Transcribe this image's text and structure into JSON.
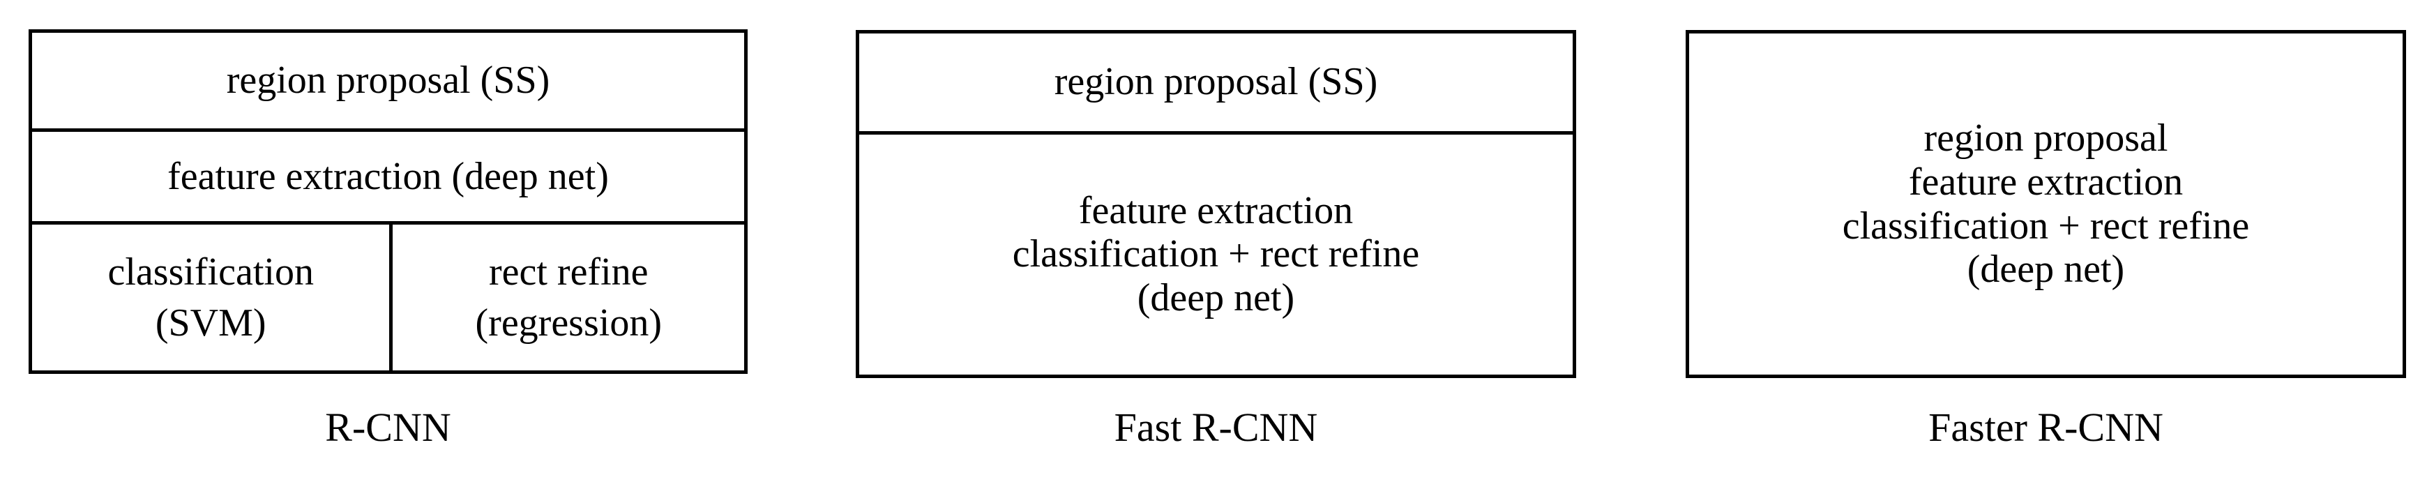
{
  "figure": {
    "background_color": "#ffffff",
    "line_color": "#000000",
    "text_color": "#000000"
  },
  "architectures": [
    {
      "id": "rcnn",
      "caption": "R-CNN",
      "rows": [
        {
          "id": "proposal",
          "text": "region proposal (SS)"
        },
        {
          "id": "feature",
          "text": "feature extraction (deep net)"
        },
        {
          "id": "heads",
          "cells": [
            {
              "id": "classification",
              "text": "classification\n(SVM)"
            },
            {
              "id": "rect-refine",
              "text": "rect refine\n(regression)"
            }
          ]
        }
      ]
    },
    {
      "id": "fast-rcnn",
      "caption": "Fast R-CNN",
      "rows": [
        {
          "id": "proposal",
          "text": "region proposal (SS)"
        },
        {
          "id": "net",
          "text": "feature extraction\nclassification + rect refine\n(deep net)"
        }
      ]
    },
    {
      "id": "faster-rcnn",
      "caption": "Faster R-CNN",
      "rows": [
        {
          "id": "all",
          "text": "region proposal\nfeature extraction\nclassification + rect refine\n(deep net)"
        }
      ]
    }
  ]
}
